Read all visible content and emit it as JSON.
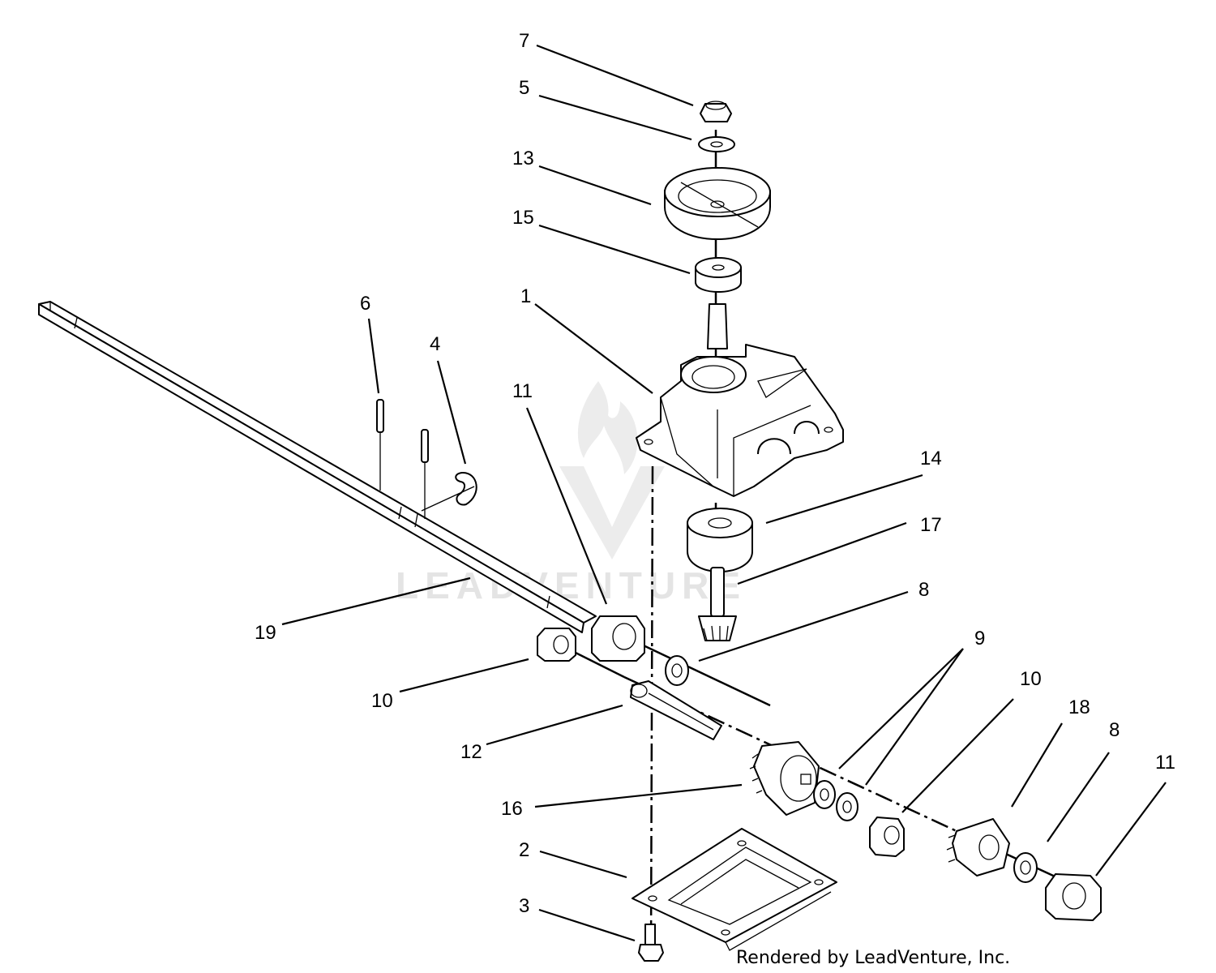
{
  "callouts": [
    {
      "id": "c7",
      "label": "7"
    },
    {
      "id": "c5",
      "label": "5"
    },
    {
      "id": "c13",
      "label": "13"
    },
    {
      "id": "c15",
      "label": "15"
    },
    {
      "id": "c1",
      "label": "1"
    },
    {
      "id": "c6",
      "label": "6"
    },
    {
      "id": "c4",
      "label": "4"
    },
    {
      "id": "c11a",
      "label": "11"
    },
    {
      "id": "c14",
      "label": "14"
    },
    {
      "id": "c17",
      "label": "17"
    },
    {
      "id": "c8a",
      "label": "8"
    },
    {
      "id": "c19",
      "label": "19"
    },
    {
      "id": "c9",
      "label": "9"
    },
    {
      "id": "c10a",
      "label": "10"
    },
    {
      "id": "c10b",
      "label": "10"
    },
    {
      "id": "c18",
      "label": "18"
    },
    {
      "id": "c8b",
      "label": "8"
    },
    {
      "id": "c11b",
      "label": "11"
    },
    {
      "id": "c12",
      "label": "12"
    },
    {
      "id": "c16",
      "label": "16"
    },
    {
      "id": "c2",
      "label": "2"
    },
    {
      "id": "c3",
      "label": "3"
    }
  ],
  "watermark": {
    "text": "LEADVENTURE"
  },
  "footer": {
    "credit": "Rendered by LeadVenture, Inc."
  }
}
